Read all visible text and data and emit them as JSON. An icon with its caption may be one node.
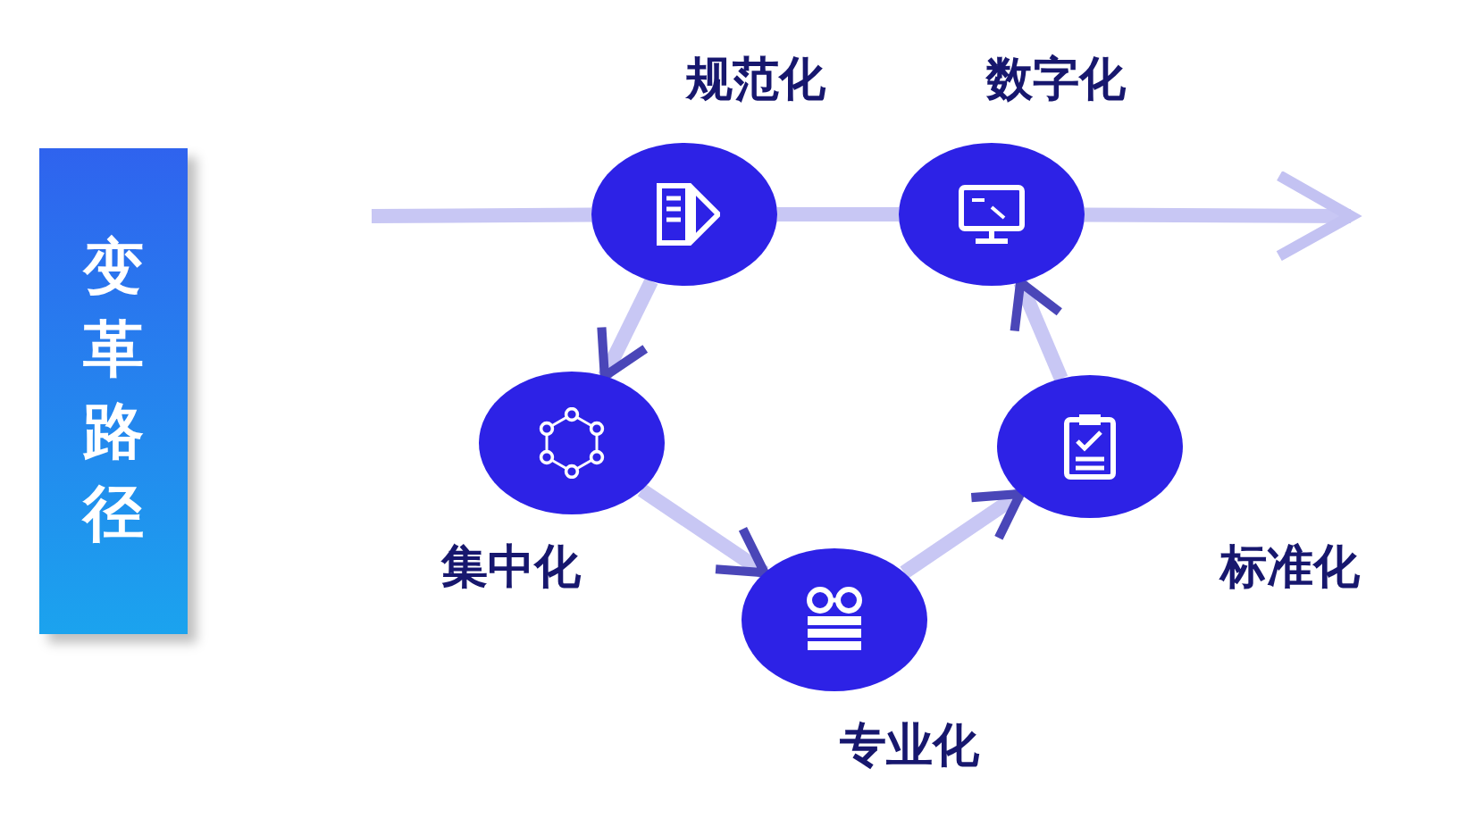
{
  "diagram": {
    "nodes": [
      {
        "text": [
          "变革路径"
        ]
      },
      {
        "text": [
          "规范化"
        ]
      },
      {
        "text": [
          "数字化"
        ]
      },
      {
        "text": [
          "集中化"
        ]
      },
      {
        "text": [
          "专业化"
        ]
      },
      {
        "text": [
          "标准化"
        ]
      }
    ],
    "edges": [
      {
        "from": null,
        "to": 1,
        "arrow": "none"
      },
      {
        "from": 1,
        "to": 2,
        "arrow": "none"
      },
      {
        "from": 2,
        "to": null,
        "arrow": "to"
      },
      {
        "from": 1,
        "to": 3,
        "arrow": "to"
      },
      {
        "from": 3,
        "to": 4,
        "arrow": "to"
      },
      {
        "from": 4,
        "to": 5,
        "arrow": "to"
      },
      {
        "from": 5,
        "to": 2,
        "arrow": "to"
      }
    ]
  }
}
